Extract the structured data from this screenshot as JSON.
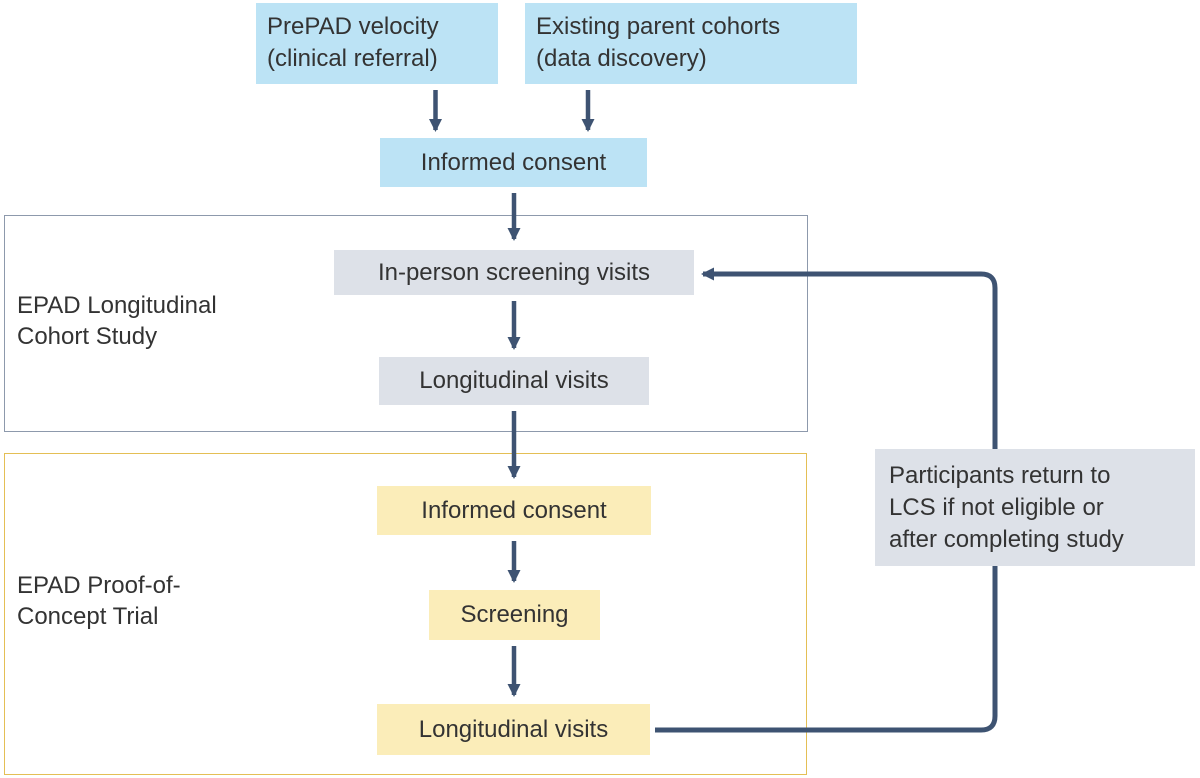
{
  "figure": {
    "sources": [
      {
        "line1": "PrePAD velocity",
        "line2": "(clinical referral)"
      },
      {
        "line1": "Existing parent cohorts",
        "line2": "(data discovery)"
      }
    ],
    "informed_consent": "Informed consent",
    "lcs": {
      "label_line1": "EPAD Longitudinal",
      "label_line2": "Cohort Study",
      "screening_visits": "In-person screening visits",
      "longitudinal_visits": "Longitudinal visits"
    },
    "poc": {
      "label_line1": "EPAD Proof-of-",
      "label_line2": "Concept Trial",
      "informed_consent": "Informed consent",
      "screening": "Screening",
      "longitudinal_visits": "Longitudinal visits"
    },
    "note": {
      "line1": "Participants return to",
      "line2": "LCS if not eligible or",
      "line3": "after completing study"
    },
    "colors": {
      "blue_fill": "#BCE3F5",
      "gray_fill": "#DDE1E8",
      "yellow_fill": "#FBEDB9",
      "gold_border": "#E4BF55",
      "slate_border": "#8D99AC",
      "arrow": "#3E5372",
      "text": "#333333"
    }
  }
}
